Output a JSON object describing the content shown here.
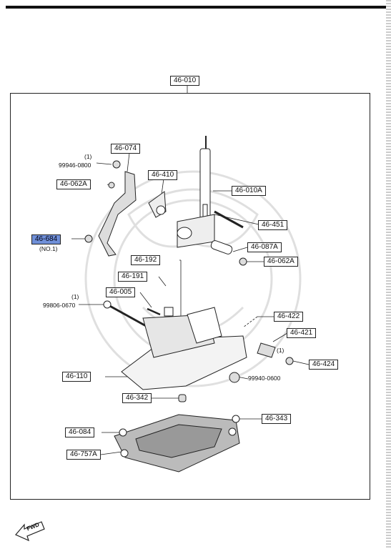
{
  "diagram": {
    "assembly_label": "46-010",
    "callouts": {
      "c46_074": "46-074",
      "c46_062A_left": "46-062A",
      "c46_410": "46-410",
      "c46_010A": "46-010A",
      "c46_451": "46-451",
      "c46_684": "46-684",
      "c46_087A": "46-087A",
      "c46_062A_right": "46-062A",
      "c46_192": "46-192",
      "c46_191": "46-191",
      "c46_005": "46-005",
      "c46_422": "46-422",
      "c46_421": "46-421",
      "c46_424": "46-424",
      "c46_110": "46-110",
      "c46_342": "46-342",
      "c46_343": "46-343",
      "c46_084": "46-084",
      "c46_757A": "46-757A"
    },
    "part_numbers": {
      "p99946_0800": "99946-0800",
      "p99806_0670": "99806-0670",
      "p99940_0600": "99940-0600"
    },
    "notes": {
      "qty_top": "(1)",
      "qty_left": "(1)",
      "qty_right": "(1)",
      "no1": "(NO.1)"
    },
    "fwd_label": "FWD"
  }
}
